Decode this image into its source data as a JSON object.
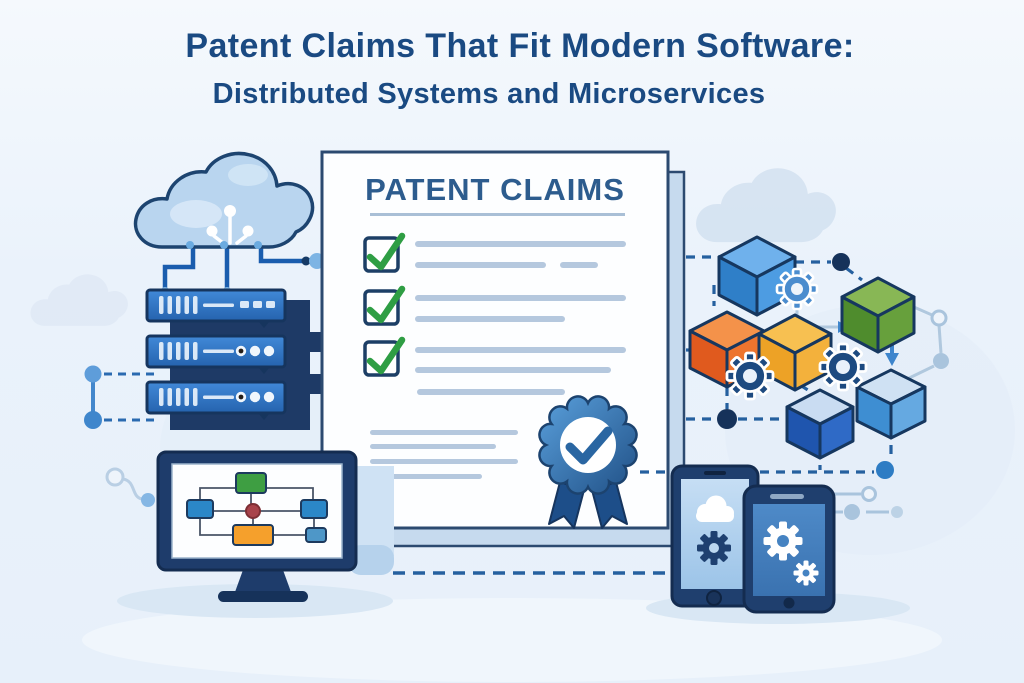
{
  "header": {
    "title": "Patent Claims That Fit Modern Software:",
    "subtitle": "Distributed Systems and Microservices"
  },
  "document": {
    "title": "PATENT CLAIMS",
    "checklist_item_count": 3,
    "checklist_state": "all-checked",
    "seal": "ribbon-rosette-seal-with-checkmark"
  },
  "illustration": {
    "left": [
      "cloud-network-icon",
      "server-stack-3-units",
      "connector-nodes"
    ],
    "bottom_left": "monitor-with-flowchart",
    "right": [
      "microservices-cube-network-6-cubes",
      "gear-icons",
      "dashed-connectors"
    ],
    "bottom_right": [
      "tablet-with-cloud-and-gear",
      "phone-with-gears"
    ]
  },
  "colors": {
    "background": "#eaf2fb",
    "title_text": "#1a4a82",
    "doc_title_text": "#2d5c8e",
    "outline_navy": "#16355e",
    "check_green": "#2f9e44",
    "server_blue": "#2e71c5",
    "shadow_navy": "#1e3a66",
    "seal_blue": "#2a66a2",
    "cube_blue": "#3f97dd",
    "cube_green": "#67a03c",
    "cube_orange": "#e05a1e",
    "cube_yellow": "#eda226",
    "cube_dark_blue": "#2f6ac6",
    "cube_light_blue": "#65a9e1",
    "gear_navy": "#1d4a80",
    "device_navy": "#1f3f6e",
    "phone_screen_blue": "#4784c4",
    "text_line_gray": "#b5c8de",
    "dashed_line_blue": "#25609f"
  }
}
